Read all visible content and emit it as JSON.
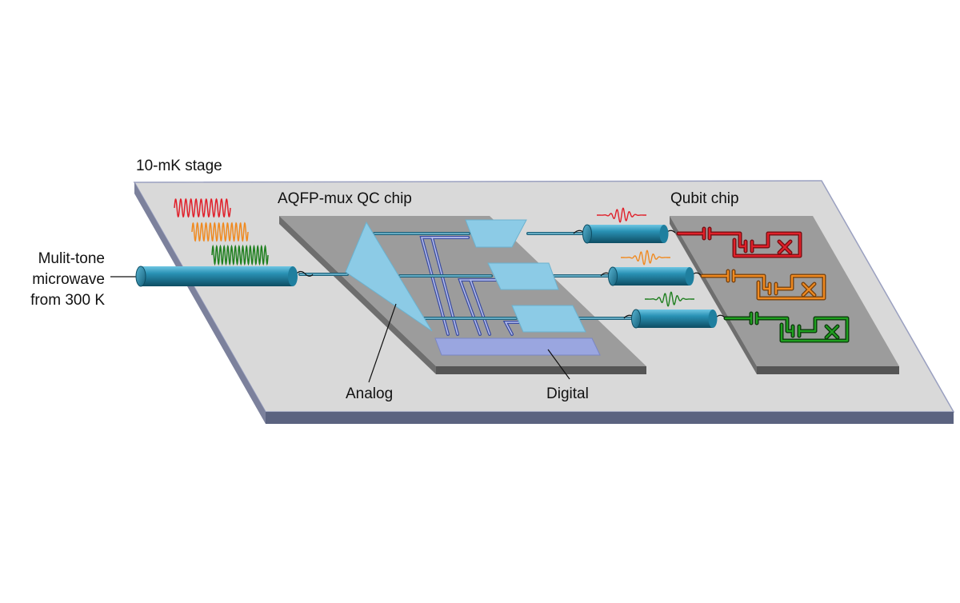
{
  "labels": {
    "stage": "10-mK stage",
    "qc_chip": "AQFP-mux QC chip",
    "qubit_chip": "Qubit chip",
    "input_line1": "Mulit-tone",
    "input_line2": "microwave",
    "input_line3": "from 300 K",
    "analog": "Analog",
    "digital": "Digital"
  },
  "colors": {
    "stage_top": "#d9d9d9",
    "stage_edge": "#5b6380",
    "chip_top": "#9c9c9c",
    "chip_edge": "#555555",
    "cable": "#1f7f9f",
    "analog_block": "#8ccbe6",
    "digital_block": "#9aa6e0",
    "tone_red": "#e0202a",
    "tone_orange": "#f08a20",
    "tone_green": "#1f7f1f"
  },
  "tones": [
    "red",
    "orange",
    "green"
  ]
}
